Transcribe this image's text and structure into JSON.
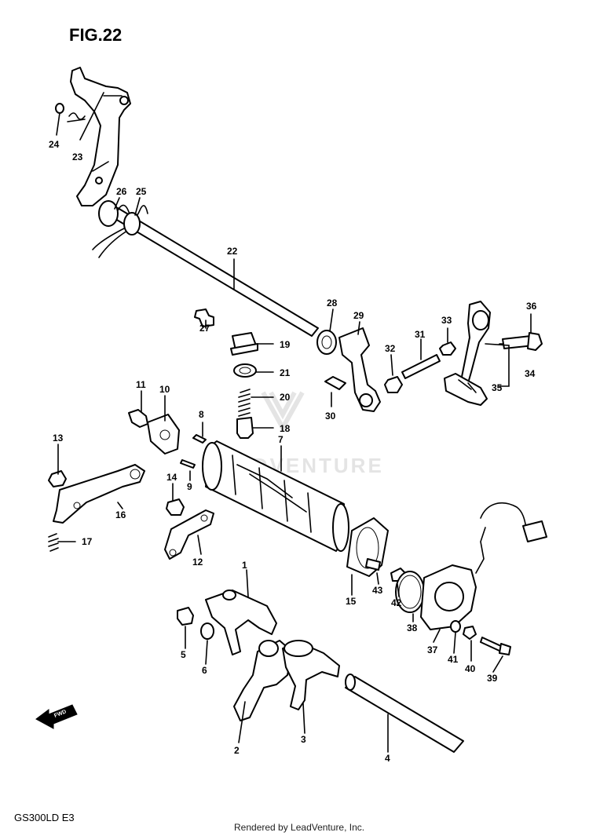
{
  "figure": {
    "title": "FIG.22"
  },
  "watermark": "ADVENTURE",
  "footer": {
    "model": "GS300LD E3",
    "credit": "Rendered by LeadVenture, Inc."
  },
  "fwd_marker": "FWD",
  "parts": [
    {
      "id": "p1",
      "num": "1"
    },
    {
      "id": "p2",
      "num": "2"
    },
    {
      "id": "p3",
      "num": "3"
    },
    {
      "id": "p4",
      "num": "4"
    },
    {
      "id": "p5",
      "num": "5"
    },
    {
      "id": "p6",
      "num": "6"
    },
    {
      "id": "p7",
      "num": "7"
    },
    {
      "id": "p8",
      "num": "8"
    },
    {
      "id": "p9",
      "num": "9"
    },
    {
      "id": "p10",
      "num": "10"
    },
    {
      "id": "p11",
      "num": "11"
    },
    {
      "id": "p12",
      "num": "12"
    },
    {
      "id": "p13",
      "num": "13"
    },
    {
      "id": "p14",
      "num": "14"
    },
    {
      "id": "p15",
      "num": "15"
    },
    {
      "id": "p16",
      "num": "16"
    },
    {
      "id": "p17",
      "num": "17"
    },
    {
      "id": "p18",
      "num": "18"
    },
    {
      "id": "p19",
      "num": "19"
    },
    {
      "id": "p20",
      "num": "20"
    },
    {
      "id": "p21",
      "num": "21"
    },
    {
      "id": "p22",
      "num": "22"
    },
    {
      "id": "p23",
      "num": "23"
    },
    {
      "id": "p24",
      "num": "24"
    },
    {
      "id": "p25",
      "num": "25"
    },
    {
      "id": "p26",
      "num": "26"
    },
    {
      "id": "p27",
      "num": "27"
    },
    {
      "id": "p28",
      "num": "28"
    },
    {
      "id": "p29",
      "num": "29"
    },
    {
      "id": "p30",
      "num": "30"
    },
    {
      "id": "p31",
      "num": "31"
    },
    {
      "id": "p32",
      "num": "32"
    },
    {
      "id": "p33",
      "num": "33"
    },
    {
      "id": "p34",
      "num": "34"
    },
    {
      "id": "p35",
      "num": "35"
    },
    {
      "id": "p36",
      "num": "36"
    },
    {
      "id": "p37",
      "num": "37"
    },
    {
      "id": "p38",
      "num": "38"
    },
    {
      "id": "p39",
      "num": "39"
    },
    {
      "id": "p40",
      "num": "40"
    },
    {
      "id": "p41",
      "num": "41"
    },
    {
      "id": "p42",
      "num": "42"
    },
    {
      "id": "p43",
      "num": "43"
    }
  ]
}
